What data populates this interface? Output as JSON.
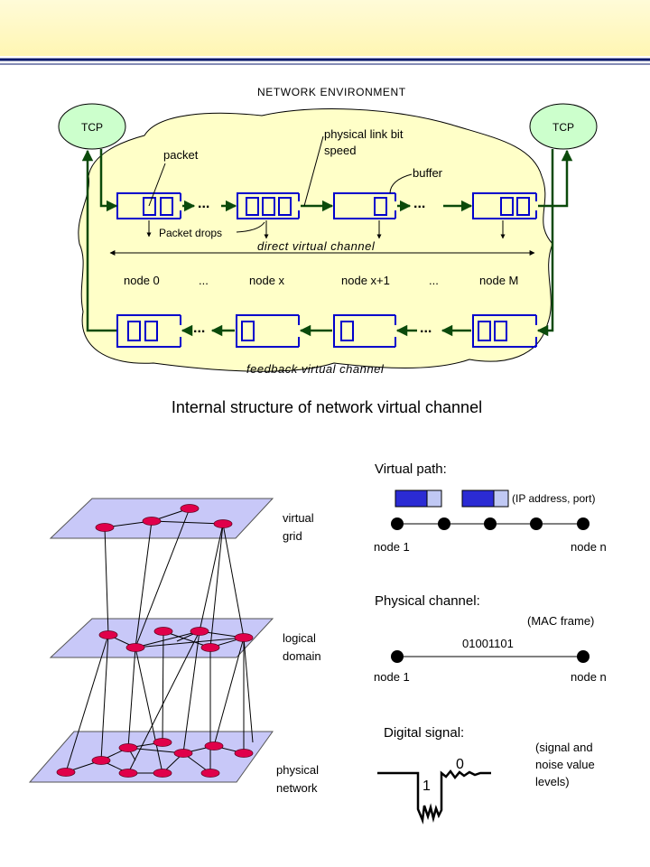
{
  "colors": {
    "header_top": "#FFFBD8",
    "header_bottom": "#FFF6B3",
    "header_rule": "#0A1A6B",
    "cloud_fill": "#FFFFC8",
    "tcp_fill": "#CCFFCC",
    "dark_green": "#0B4A0B",
    "buffer_blue": "#0000CC",
    "plane_fill": "#C8C8F8",
    "node_red": "#E0004A",
    "packet_blue": "#2B2BD4",
    "packet_light": "#C0C8F4"
  },
  "diagram1": {
    "environment_label": "NETWORK ENVIRONMENT",
    "tcp_left": "TCP",
    "tcp_right": "TCP",
    "packet": "packet",
    "link_speed_line1": "physical link bit",
    "link_speed_line2": "speed",
    "buffer": "buffer",
    "packet_drops": "Packet drops",
    "direct_channel": "direct virtual channel",
    "feedback_channel": "feedback virtual channel",
    "ellipsis": "...",
    "node_0": "node 0",
    "node_x": "node x",
    "node_x1": "node x+1",
    "node_m": "node M",
    "caption": "Internal structure of network virtual channel"
  },
  "diagram2": {
    "virtual_grid_1": "virtual",
    "virtual_grid_2": "grid",
    "logical_domain_1": "logical",
    "logical_domain_2": "domain",
    "physical_network_1": "physical",
    "physical_network_2": "network"
  },
  "diagram3": {
    "virtual_path": "Virtual path:",
    "ip_port": "(IP address, port)",
    "node_1a": "node 1",
    "node_na": "node n",
    "physical_channel": "Physical channel:",
    "mac_frame": "(MAC frame)",
    "bits": "01001101",
    "node_1b": "node 1",
    "node_nb": "node n",
    "digital_signal": "Digital signal:",
    "zero": "0",
    "one": "1",
    "noise_1": "(signal and",
    "noise_2": "noise value",
    "noise_3": "levels)"
  }
}
